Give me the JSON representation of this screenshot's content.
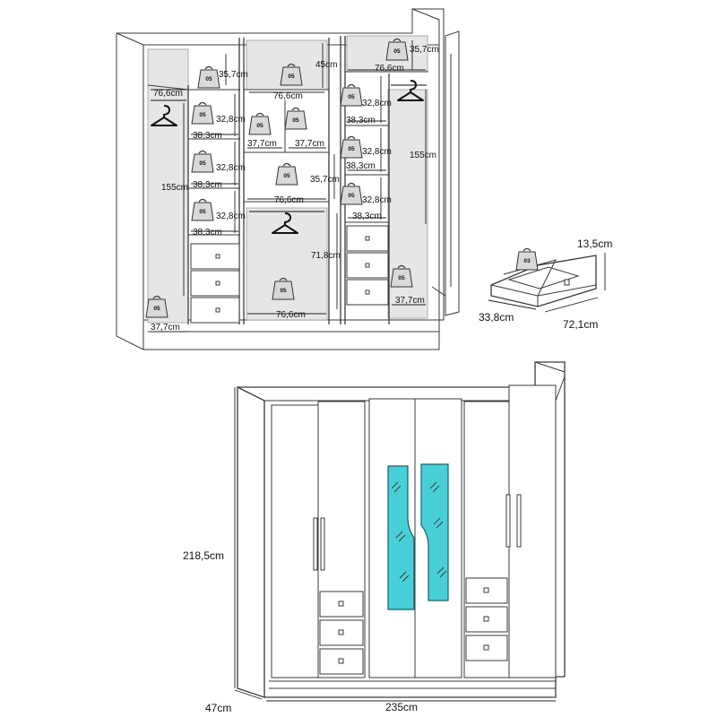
{
  "top_view": {
    "dims": {
      "shelf_top_left": "35,7cm",
      "width_left": "76,6cm",
      "shelf_top_mid": "45cm",
      "width_mid_top": "76,6cm",
      "shelf_top_right": "35,7cm",
      "width_right_top": "76,6cm",
      "shelf_left_1": "32,8cm",
      "width_left_1": "38,3cm",
      "shelf_left_2": "32,8cm",
      "width_left_2": "38,3cm",
      "shelf_left_3": "32,8cm",
      "width_left_3": "38,3cm",
      "height_left": "155cm",
      "width_bottom_left": "37,7cm",
      "half_left": "37,7cm",
      "half_right": "37,7cm",
      "shelf_mid_2": "35,7cm",
      "width_mid_2": "76,6cm",
      "height_mid_bottom": "71,8cm",
      "width_mid_bottom": "76,6cm",
      "shelf_right_1": "32,8cm",
      "width_right_1": "38,3cm",
      "shelf_right_2": "32,8cm",
      "width_right_2": "38,3cm",
      "shelf_right_3": "32,8cm",
      "width_right_3": "38,3cm",
      "height_right": "155cm",
      "width_bottom_right": "37,7cm"
    },
    "weight_text": "05",
    "weight_unit": "kg"
  },
  "drawer_detail": {
    "height": "13,5cm",
    "depth": "33,8cm",
    "width": "72,1cm",
    "weight_text": "03",
    "weight_unit": "kg"
  },
  "front_view": {
    "height": "218,5cm",
    "depth": "47cm",
    "width": "235cm"
  },
  "colors": {
    "glass": "#48d0d8",
    "line": "#3a3a3a",
    "shade": "#e6e6e6"
  }
}
